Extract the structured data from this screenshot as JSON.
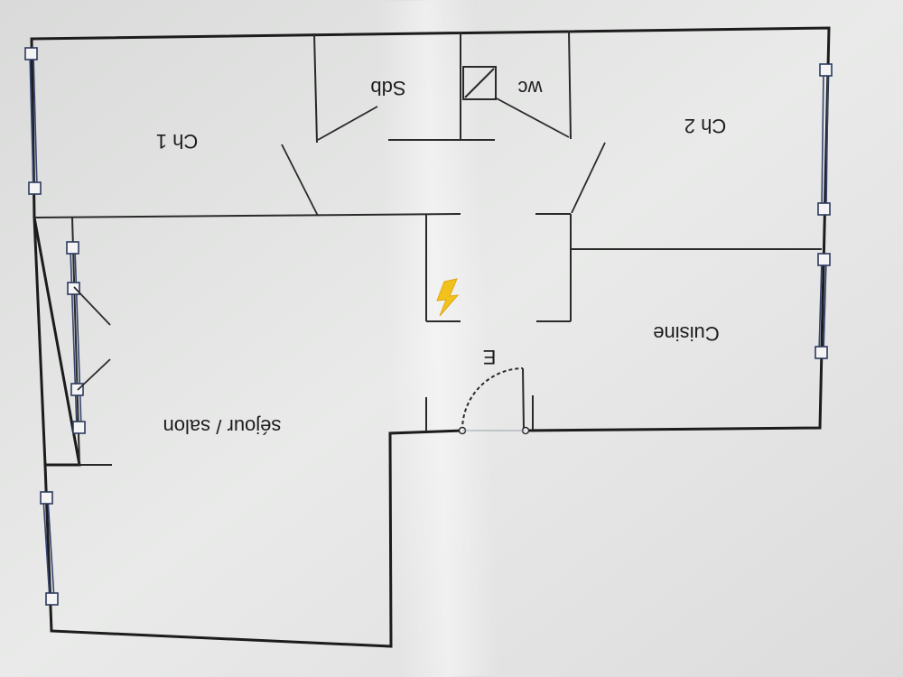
{
  "rooms": {
    "ch1": "Ch 1",
    "sdb": "Sdb",
    "wc": "wc",
    "ch2": "Ch 2",
    "cuisine": "Cuisine",
    "sejour": "séjour / salon",
    "entree": "E"
  },
  "icons": {
    "electric_panel": "lightning-bolt",
    "electric_color": "#f2c21c"
  },
  "colors": {
    "paper": "#e5e6e5",
    "walls": "#1c1c1c",
    "windows": "#35456e"
  }
}
